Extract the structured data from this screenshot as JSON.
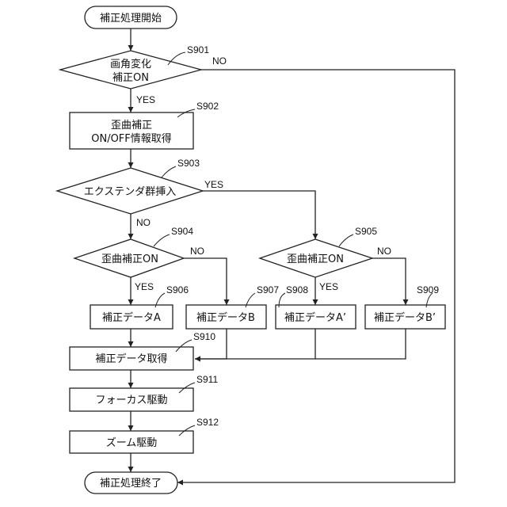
{
  "nodes": {
    "start": {
      "label": "補正処理開始"
    },
    "d901": {
      "step": "S901",
      "line1": "画角変化",
      "line2": "補正ON"
    },
    "p902": {
      "step": "S902",
      "line1": "歪曲補正",
      "line2": "ON/OFF情報取得"
    },
    "d903": {
      "step": "S903",
      "label": "エクステンダ群挿入"
    },
    "d904": {
      "step": "S904",
      "label": "歪曲補正ON"
    },
    "d905": {
      "step": "S905",
      "label": "歪曲補正ON"
    },
    "p906": {
      "step": "S906",
      "label": "補正データA"
    },
    "p907": {
      "step": "S907",
      "label": "補正データB"
    },
    "p908": {
      "step": "S908",
      "label": "補正データA’"
    },
    "p909": {
      "step": "S909",
      "label": "補正データB’"
    },
    "p910": {
      "step": "S910",
      "label": "補正データ取得"
    },
    "p911": {
      "step": "S911",
      "label": "フォーカス駆動"
    },
    "p912": {
      "step": "S912",
      "label": "ズーム駆動"
    },
    "end": {
      "label": "補正処理終了"
    }
  },
  "branch_labels": {
    "d901_yes": "YES",
    "d901_no": "NO",
    "d903_yes": "YES",
    "d903_no": "NO",
    "d904_yes": "YES",
    "d904_no": "NO",
    "d905_yes": "YES",
    "d905_no": "NO"
  }
}
